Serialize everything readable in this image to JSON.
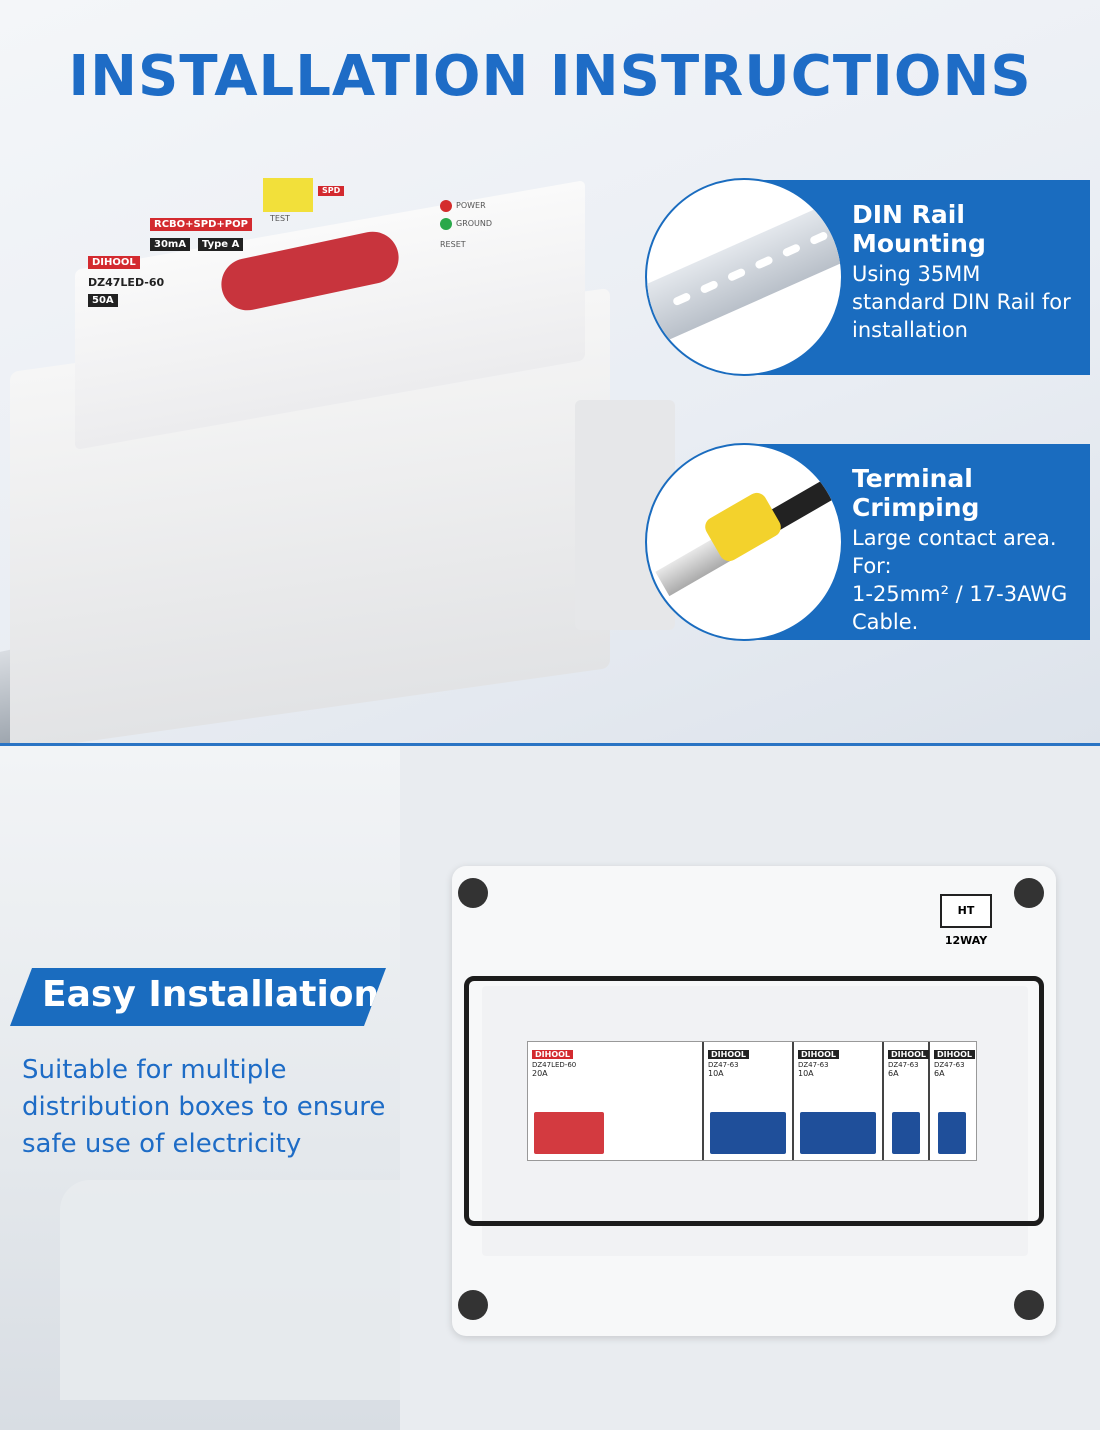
{
  "title": "INSTALLATION INSTRUCTIONS",
  "callouts": [
    {
      "heading_line1": "DIN Rail",
      "heading_line2": "Mounting",
      "text": "Using 35MM standard DIN Rail for installation",
      "icon": "din-rail-image"
    },
    {
      "heading_line1": "Terminal",
      "heading_line2": "Crimping",
      "text_line1": "Large contact area.",
      "text_line2": "For:",
      "text_line3": "1-25mm² / 17-3AWG",
      "text_line4": "Cable.",
      "icon": "crimp-terminal-image"
    }
  ],
  "breaker": {
    "brand": "DIHOOL",
    "model": "DZ47LED-60",
    "type_label": "RCBO+SPD+POP",
    "rating": "50A",
    "sensitivity": "30mA",
    "type": "Type A",
    "test": "TEST",
    "spd": "SPD",
    "power": "POWER",
    "ground": "GROUND",
    "reset": "RESET"
  },
  "easy": {
    "heading": "Easy Installation",
    "text": "Suitable for multiple distribution boxes to ensure safe use of electricity"
  },
  "box": {
    "label": "HT 12WAY",
    "modules": [
      {
        "brand": "DIHOOL",
        "model": "DZ47LED-60",
        "rating": "20A"
      },
      {
        "brand": "DIHOOL",
        "model": "DZ47-63",
        "rating": "10A"
      },
      {
        "brand": "DIHOOL",
        "model": "DZ47-63",
        "rating": "10A"
      },
      {
        "brand": "DIHOOL",
        "model": "DZ47-63",
        "rating": "6A"
      },
      {
        "brand": "DIHOOL",
        "model": "DZ47-63",
        "rating": "6A"
      }
    ]
  },
  "colors": {
    "accent": "#1a6cbf",
    "title": "#1e6cc6",
    "handle": "#c8343d",
    "toggle": "#1f4f9a"
  }
}
